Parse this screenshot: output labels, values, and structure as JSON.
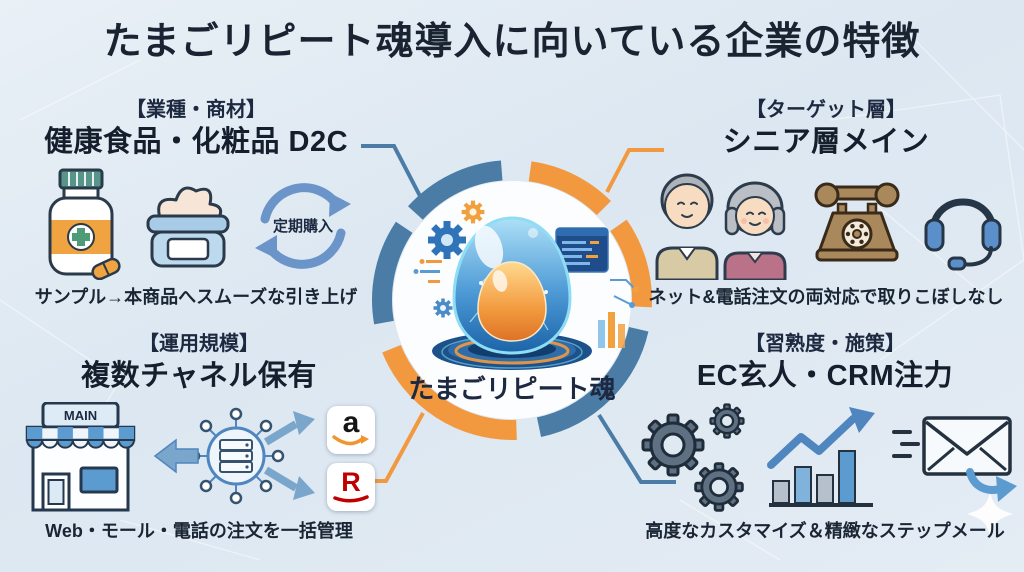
{
  "title": "たまごリピート魂導入に向いている企業の特徴",
  "center": {
    "label": "たまごリピート魂"
  },
  "quadrants": {
    "top_left": {
      "category": "【業種・商材】",
      "heading": "健康食品・化粧品 D2C",
      "caption": "サンプル→本商品へスムーズな引き上げ",
      "cycle_label": "定期購入",
      "icons": [
        "supplement-bottle-icon",
        "cream-jar-icon",
        "subscription-cycle-icon"
      ]
    },
    "top_right": {
      "category": "【ターゲット層】",
      "heading": "シニア層メイン",
      "caption": "ネット&電話注文の両対応で取りこぼしなし",
      "icons": [
        "senior-couple-icon",
        "rotary-phone-icon",
        "headset-icon"
      ]
    },
    "bottom_left": {
      "category": "【運用規模】",
      "heading": "複数チャネル保有",
      "caption": "Web・モール・電話の注文を一括管理",
      "store_sign": "MAIN",
      "amazon_letter": "a",
      "rakuten_letter": "R",
      "icons": [
        "store-icon",
        "network-hub-icon",
        "amazon-icon",
        "rakuten-icon"
      ]
    },
    "bottom_right": {
      "category": "【習熟度・施策】",
      "heading": "EC玄人・CRM注力",
      "caption": "高度なカスタマイズ＆精緻なステップメール",
      "icons": [
        "gears-icon",
        "growth-chart-icon",
        "step-mail-icon"
      ]
    }
  },
  "palette": {
    "ring_blue": "#4a7ca6",
    "ring_orange": "#f2993f",
    "heading_text": "#141e2c",
    "body_text": "#1d2940",
    "amazon_smile": "#f0952f",
    "rakuten_red": "#bf0000",
    "background": "#dfe9f2"
  }
}
